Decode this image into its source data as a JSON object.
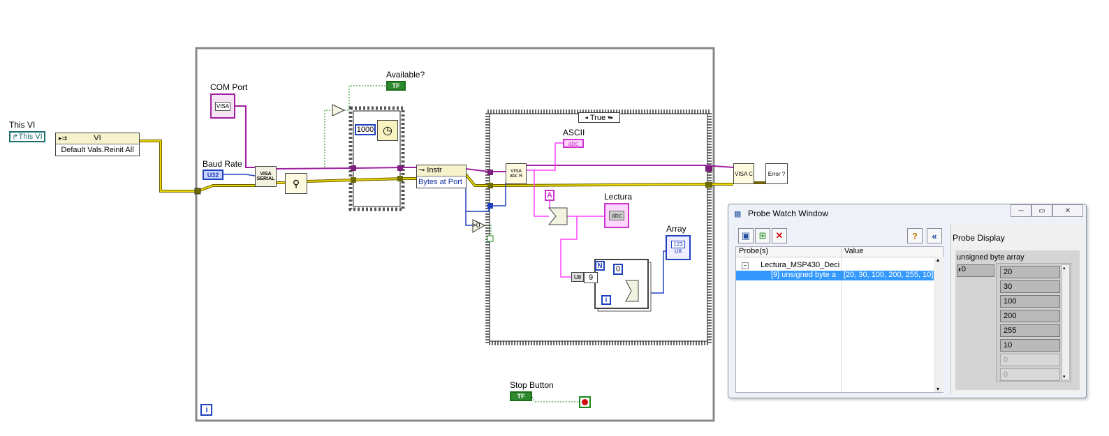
{
  "diagram": {
    "this_vi_label": "This VI",
    "this_vi_ref": "This VI",
    "property_node_class": "VI",
    "property_node_prop": "Default Vals.Reinit All",
    "com_port_label": "COM Port",
    "com_port_icon": "VISA",
    "baud_rate_label": "Baud Rate",
    "baud_rate_type": "U32",
    "visa_serial_label": "VISA SERIAL",
    "available_label": "Available?",
    "bool_indicator_text": "TF",
    "wait_value": "1000",
    "instr_property": "Instr",
    "bytes_at_port": "Bytes at Port",
    "case_selector": "True",
    "ascii_label": "ASCII",
    "string_ind_text": "abc",
    "const_a": "A",
    "lectura_label": "Lectura",
    "array_label": "Array",
    "array_ind_type": "123",
    "array_u8": "U8",
    "loop_count": "9",
    "loop_n": "N",
    "loop_i": "i",
    "zero_const": "0",
    "stop_button_label": "Stop Button",
    "stop_bool_text": "TF",
    "while_iter": "i",
    "visa_read_text": "VISA abc R",
    "visa_close_text": "VISA C",
    "error_text": "Error ?",
    "compare_gt": ">0",
    "colors": {
      "error_wire": "#c8b400",
      "visa_wire": "#a020a0",
      "string_wire": "#ff40ff",
      "num_wire": "#2040c0",
      "bool_wire": "#1a8a1a"
    }
  },
  "probe_window": {
    "title": "Probe Watch Window",
    "col_probes": "Probe(s)",
    "col_value": "Value",
    "tree_parent": "Lectura_MSP430_Deci",
    "tree_child": "[9] unsigned byte a",
    "tree_child_value": "[20, 30, 100, 200, 255, 10]",
    "display_title": "Probe Display",
    "display_subtitle": "unsigned byte array",
    "index_value": "0",
    "cells": [
      "20",
      "30",
      "100",
      "200",
      "255",
      "10"
    ],
    "empty_cells": [
      "0",
      "0"
    ]
  }
}
